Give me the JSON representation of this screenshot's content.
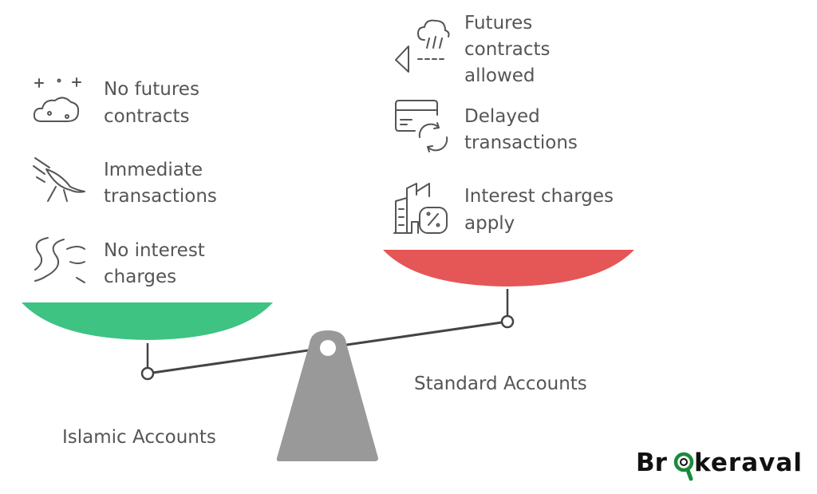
{
  "left": {
    "label": "Islamic Accounts",
    "color": "#3ec383",
    "items": [
      {
        "icon": "clouds-stars-icon",
        "lines": [
          "No futures",
          "contracts"
        ]
      },
      {
        "icon": "bird-flying-icon",
        "lines": [
          "Immediate",
          "transactions"
        ]
      },
      {
        "icon": "river-stream-icon",
        "lines": [
          "No interest",
          "charges"
        ]
      }
    ]
  },
  "right": {
    "label": "Standard Accounts",
    "color": "#e55656",
    "items": [
      {
        "icon": "rain-cloud-icon",
        "lines": [
          "Futures",
          "contracts",
          "allowed"
        ]
      },
      {
        "icon": "card-refresh-icon",
        "lines": [
          "Delayed",
          "transactions"
        ]
      },
      {
        "icon": "building-percent-icon",
        "lines": [
          "Interest charges",
          "apply"
        ]
      }
    ]
  },
  "logo": {
    "text": "Brokeraval",
    "color": "#1a8a3a"
  }
}
